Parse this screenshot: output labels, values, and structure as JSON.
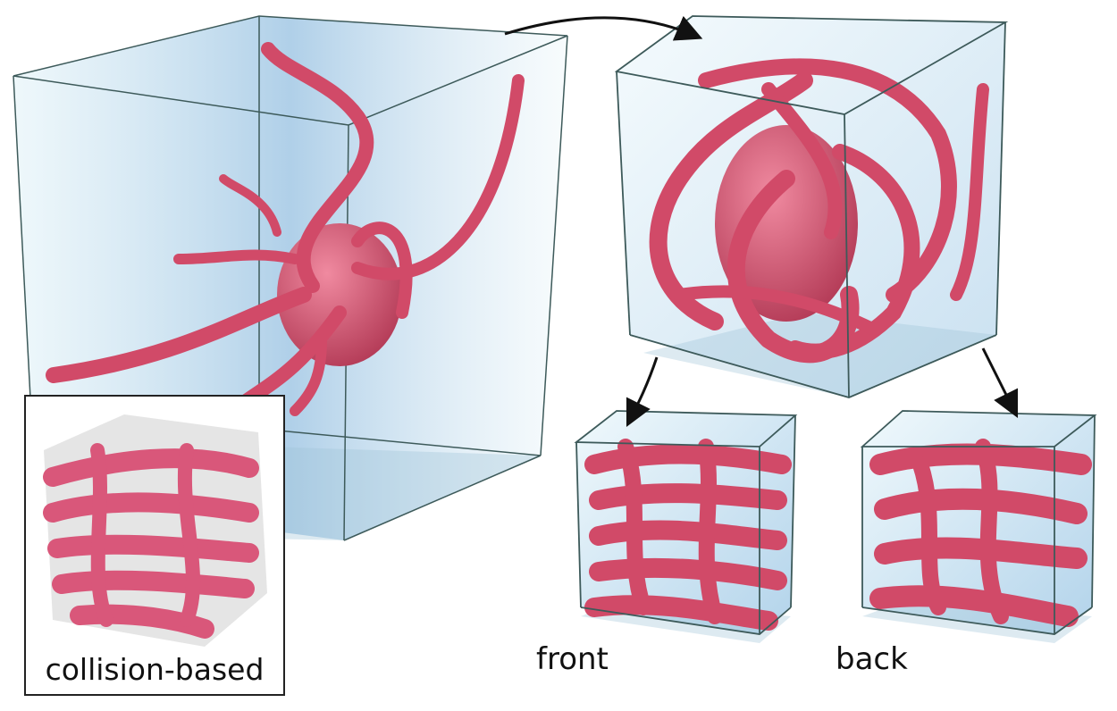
{
  "labels": {
    "inset": "collision-based",
    "front": "front",
    "back": "back"
  },
  "colors": {
    "tentacle": "#d94f6c",
    "tentacle_dark": "#b23a55",
    "glass_edge": "#3d5a5a",
    "glass_fill": "#bfe3ef"
  }
}
